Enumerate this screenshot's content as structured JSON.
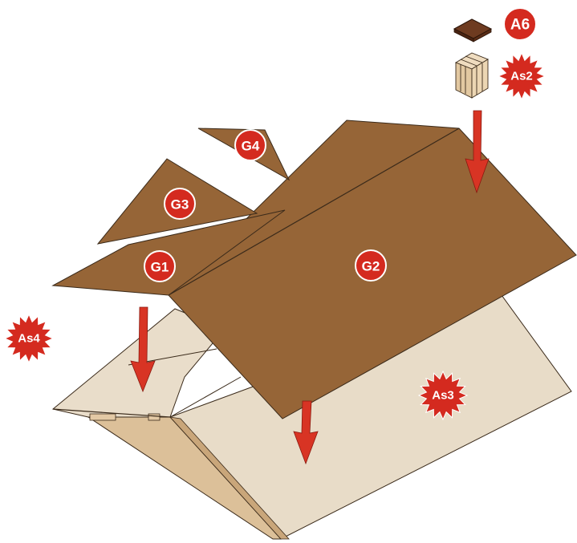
{
  "labels": {
    "g1": "G1",
    "g2": "G2",
    "g3": "G3",
    "g4": "G4",
    "a6": "A6",
    "as2": "As2",
    "as3": "As3",
    "as4": "As4"
  },
  "colors": {
    "roof_brown": "#966537",
    "base_beige": "#e8dcc8",
    "base_side": "#ddc29c",
    "badge_red": "#d42a1f",
    "arrow_red": "#d83424",
    "piece_dark": "#6e3b20",
    "outline": "#3a2a1a"
  },
  "icons": {
    "a6": "dark-square-tile-icon",
    "as2": "grooved-wooden-block-icon"
  }
}
